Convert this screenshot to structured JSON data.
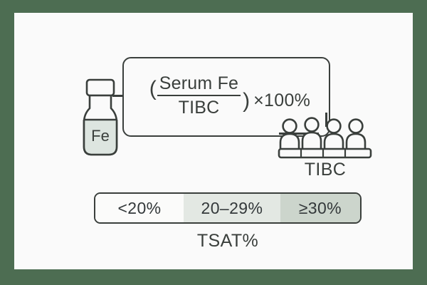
{
  "figure": {
    "background_color": "#4d6d52",
    "card_color": "#fafafa",
    "ink_color": "#3a3f3c"
  },
  "vial": {
    "label": "Fe",
    "fill_color": "#dde5e0",
    "name": "iron-vial"
  },
  "formula": {
    "paren_open": "(",
    "numerator": "Serum Fe",
    "denominator": "TIBC",
    "paren_close": ")",
    "multiplier": "×100%"
  },
  "people": {
    "label": "TIBC",
    "count": 4
  },
  "tsat_bar": {
    "label": "TSAT%",
    "segments": [
      {
        "text": "<20%",
        "color": "#fbfbfa"
      },
      {
        "text": "20–29%",
        "color": "#e3e8e3"
      },
      {
        "text": "≥30%",
        "color": "#ccd5cc"
      }
    ]
  }
}
